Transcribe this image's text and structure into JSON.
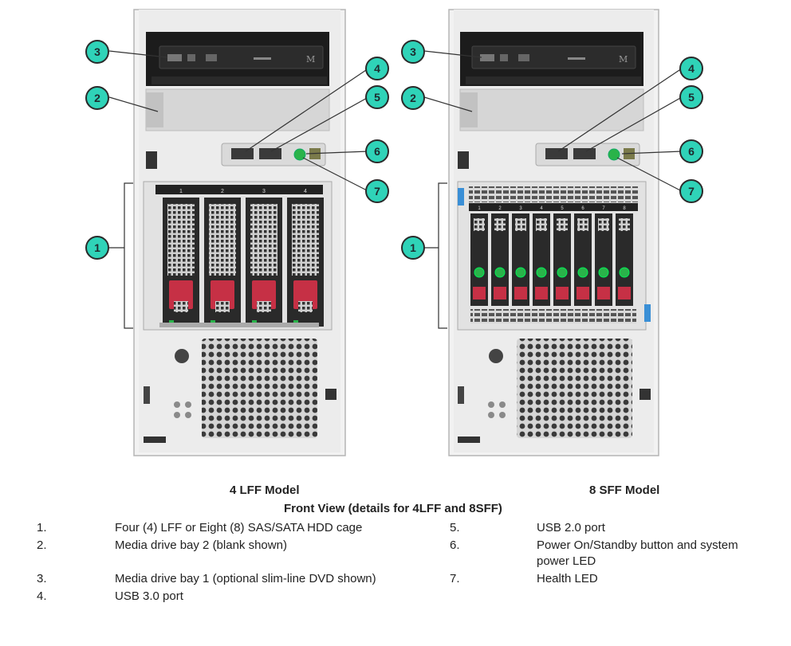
{
  "models": [
    {
      "name": "4 LFF Model",
      "bay_numbers": [
        "1",
        "2",
        "3",
        "4"
      ]
    },
    {
      "name": "8 SFF Model",
      "bay_numbers": [
        "1",
        "2",
        "3",
        "4",
        "5",
        "6",
        "7",
        "8"
      ]
    }
  ],
  "front_view_title": "Front View (details for 4LFF and 8SFF)",
  "callouts": [
    "1",
    "2",
    "3",
    "4",
    "5",
    "6",
    "7"
  ],
  "colors": {
    "callout_fill": "#2fd3b8",
    "callout_ring": "#2a2a2a",
    "chassis": "#f0f0f0",
    "drive_red": "#c63045",
    "led_green": "#2ab34a",
    "accent_blue": "#3a8fd6"
  },
  "legend_left": [
    {
      "num": "1.",
      "text": "Four (4) LFF or Eight (8) SAS/SATA HDD cage"
    },
    {
      "num": "2.",
      "text": "Media drive bay 2 (blank shown)"
    },
    {
      "num": "3.",
      "text": "Media drive bay 1 (optional slim-line DVD shown)"
    },
    {
      "num": "4.",
      "text": "USB 3.0 port"
    }
  ],
  "legend_right": [
    {
      "num": "5.",
      "text": "USB 2.0 port"
    },
    {
      "num": "6.",
      "text": "Power On/Standby button and system"
    },
    {
      "num": "",
      "text": "power LED"
    },
    {
      "num": "7.",
      "text": "Health LED"
    }
  ]
}
